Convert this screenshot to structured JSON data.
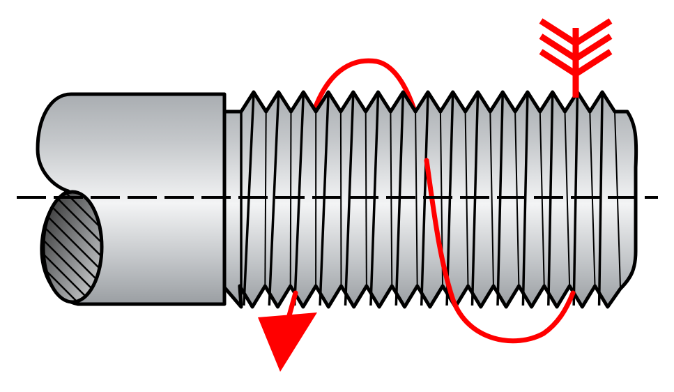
{
  "diagram": {
    "subject": "threaded-shaft-helix",
    "thread": {
      "handedness": "right-hand",
      "pitch_count": 15
    },
    "colors": {
      "background": "#ffffff",
      "outline": "#000000",
      "metal_light": "#f3f4f5",
      "metal_mid": "#c4c7ca",
      "metal_dark": "#9a9ea2",
      "section_dark": "#2a2a2a",
      "helix": "#ff0000"
    },
    "icons": [
      "center-line",
      "section-hatching",
      "helix-arrow",
      "feather-arrow-marker"
    ]
  }
}
